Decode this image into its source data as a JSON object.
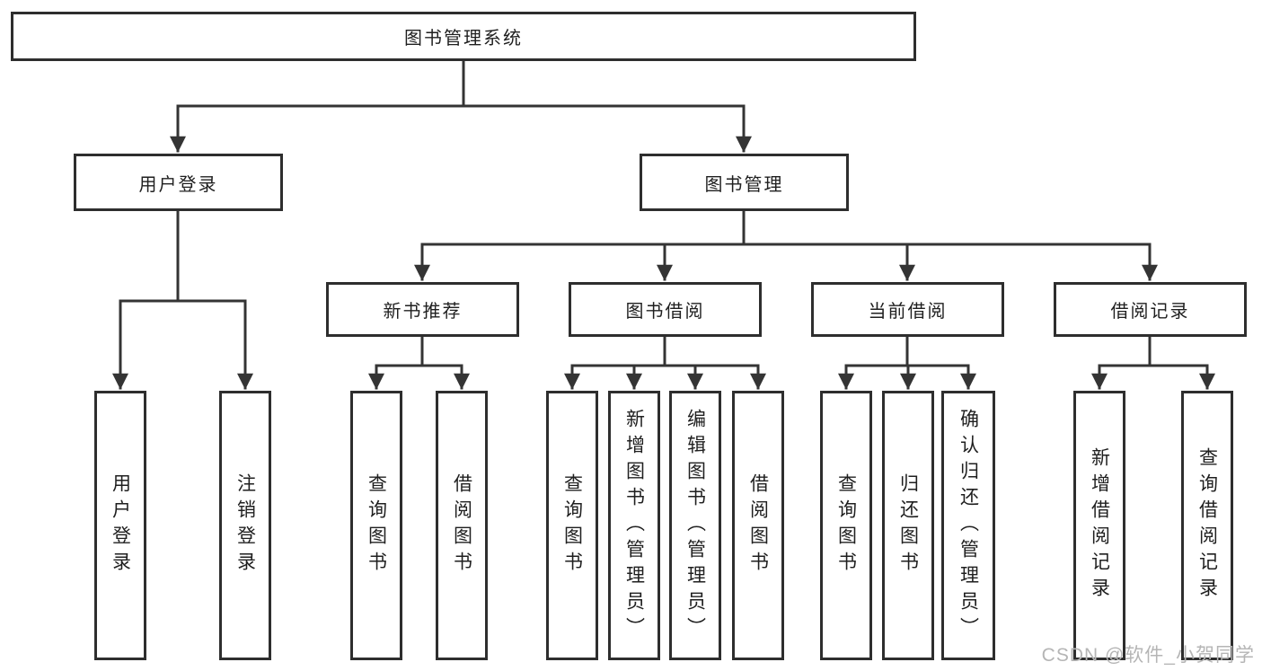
{
  "colors": {
    "line": "#343434",
    "border": "#2e2e2e",
    "fill": "#ffffff",
    "text": "#1f1f1f",
    "watermark": "#b5b5b5"
  },
  "diagram": {
    "root": {
      "label": "图书管理系统"
    },
    "level2": [
      {
        "label": "用户登录",
        "children": [
          {
            "label": "用户登录"
          },
          {
            "label": "注销登录"
          }
        ]
      },
      {
        "label": "图书管理",
        "children": [
          {
            "label": "新书推荐",
            "children": [
              {
                "label": "查询图书"
              },
              {
                "label": "借阅图书"
              }
            ]
          },
          {
            "label": "图书借阅",
            "children": [
              {
                "label": "查询图书"
              },
              {
                "label": "新增图书（管理员）"
              },
              {
                "label": "编辑图书（管理员）"
              },
              {
                "label": "借阅图书"
              }
            ]
          },
          {
            "label": "当前借阅",
            "children": [
              {
                "label": "查询图书"
              },
              {
                "label": "归还图书"
              },
              {
                "label": "确认归还（管理员）"
              }
            ]
          },
          {
            "label": "借阅记录",
            "children": [
              {
                "label": "新增借阅记录"
              },
              {
                "label": "查询借阅记录"
              }
            ]
          }
        ]
      }
    ]
  },
  "watermark": {
    "text": "CSDN @软件_小贺同学"
  }
}
